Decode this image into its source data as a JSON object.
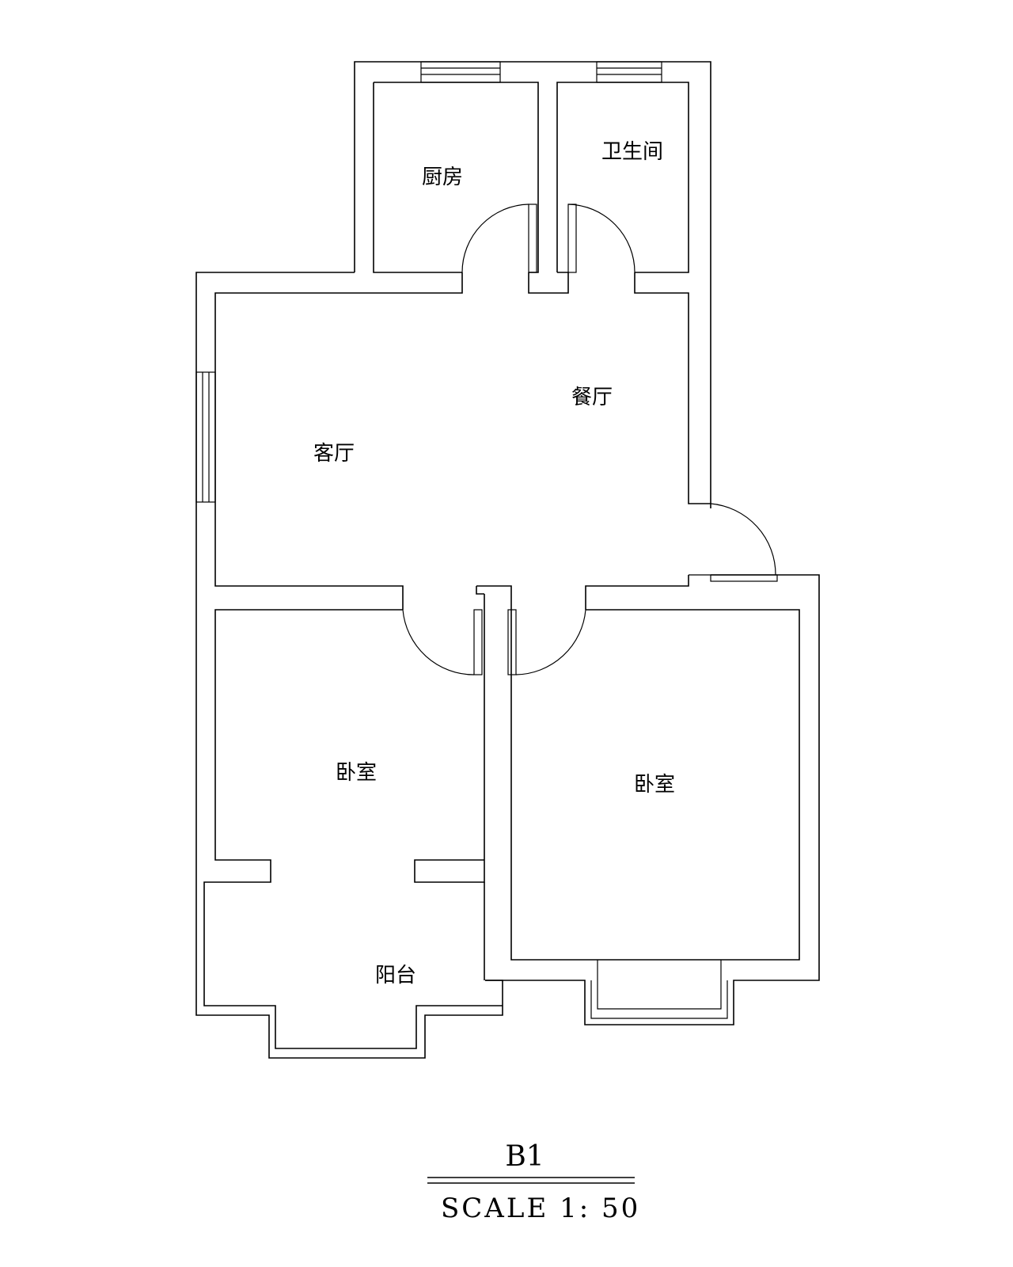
{
  "rooms": {
    "kitchen": "厨房",
    "bathroom": "卫生间",
    "dining": "餐厅",
    "living": "客厅",
    "bedroom_left": "卧室",
    "bedroom_right": "卧室",
    "balcony": "阳台"
  },
  "title": "B1",
  "scale": "SCALE 1: 50"
}
